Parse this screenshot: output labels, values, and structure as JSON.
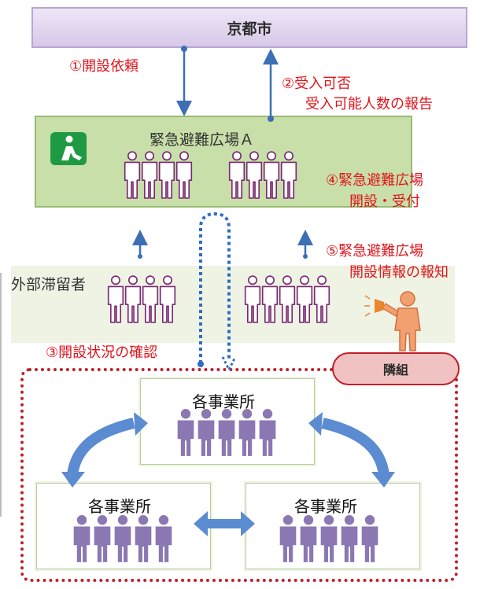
{
  "city": {
    "label": "京都市"
  },
  "steps": {
    "request": "①開設依頼",
    "reply_line1": "②受入可否",
    "reply_line2": "受入可能人数の報告",
    "check": "③開設状況の確認",
    "open_line1": "④緊急避難広場",
    "open_line2": "開設・受付",
    "notify_line1": "⑤緊急避難広場",
    "notify_line2": "開設情報の報知"
  },
  "plaza": {
    "title": "緊急避難広場Ａ",
    "icon": "evacuation-person-icon"
  },
  "stranded": {
    "label": "外部滞留者"
  },
  "neighborhood": {
    "label": "隣組"
  },
  "offices": [
    {
      "label": "各事業所"
    },
    {
      "label": "各事業所"
    },
    {
      "label": "各事業所"
    }
  ],
  "colors": {
    "step_text": "#e0141c",
    "arrow_blue": "#3c6fb4",
    "office_people": "#8b78b3",
    "area_border": "#c0202a"
  }
}
